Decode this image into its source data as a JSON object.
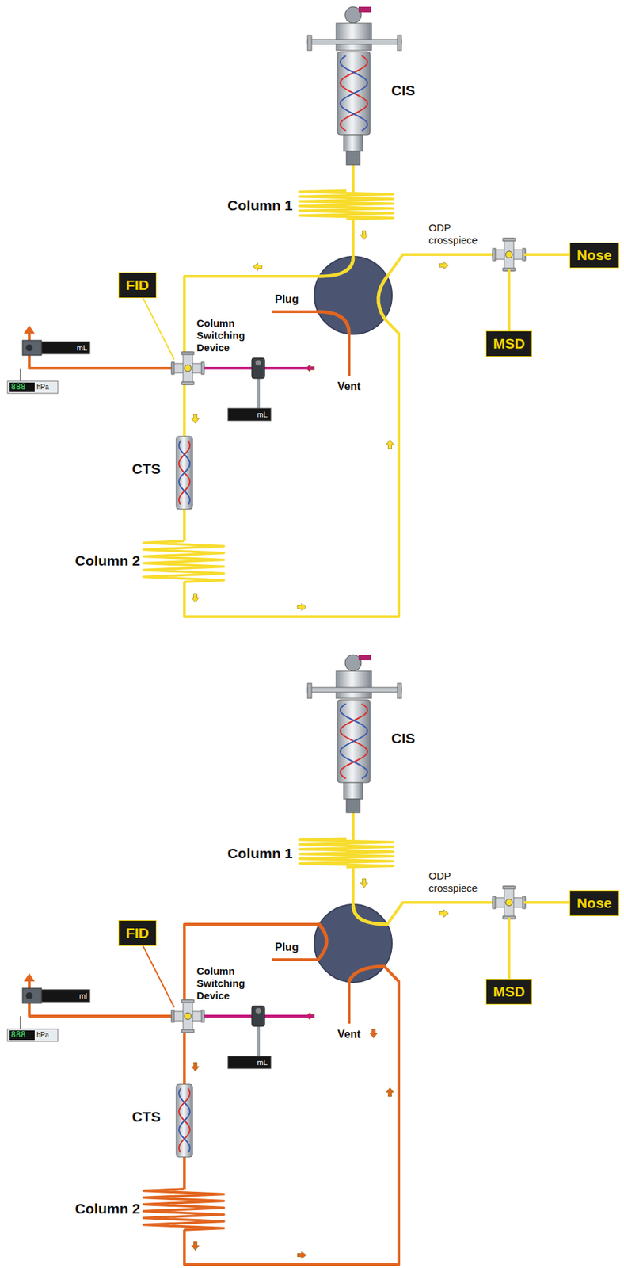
{
  "diagram": {
    "nodes": [
      {
        "text": [
          "FID"
        ]
      },
      {
        "text": [
          "Column Switching Device"
        ]
      },
      {
        "text": [
          "ODP crosspiece"
        ]
      },
      {
        "text": [
          "Nose"
        ]
      },
      {
        "text": [
          "MSD"
        ]
      },
      {
        "text": [
          "FID"
        ]
      },
      {
        "text": [
          "Column Switching Device"
        ]
      },
      {
        "text": [
          "ODP crosspiece"
        ]
      },
      {
        "text": [
          "Nose"
        ]
      },
      {
        "text": [
          "MSD"
        ]
      }
    ],
    "edges": [
      {
        "from": 0,
        "to": 1,
        "arrow": "none"
      },
      {
        "from": 2,
        "to": 3,
        "arrow": "none"
      },
      {
        "from": 2,
        "to": 4,
        "arrow": "none"
      },
      {
        "from": 5,
        "to": 6,
        "arrow": "none"
      },
      {
        "from": 7,
        "to": 8,
        "arrow": "none"
      },
      {
        "from": 7,
        "to": 9,
        "arrow": "none"
      }
    ],
    "labels": [
      "CIS",
      "Column 1",
      "Plug",
      "Vent",
      "mL",
      "888",
      "hPa",
      "mL",
      "CTS",
      "Column 2",
      "CIS",
      "Column 1",
      "Plug",
      "Vent",
      "ml",
      "888",
      "hPa",
      "mL",
      "CTS",
      "Column 2"
    ]
  }
}
